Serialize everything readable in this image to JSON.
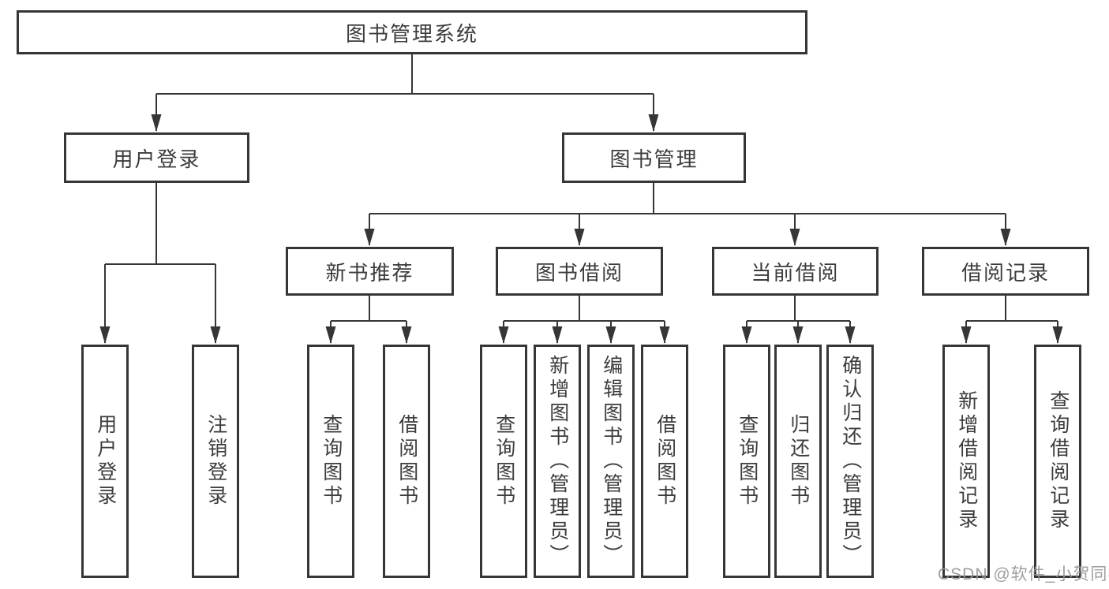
{
  "tree": {
    "label": "图书管理系统",
    "children": [
      {
        "label": "用户登录",
        "children": [
          {
            "label": "用户登录"
          },
          {
            "label": "注销登录"
          }
        ]
      },
      {
        "label": "图书管理",
        "children": [
          {
            "label": "新书推荐",
            "children": [
              {
                "label": "查询图书"
              },
              {
                "label": "借阅图书"
              }
            ]
          },
          {
            "label": "图书借阅",
            "children": [
              {
                "label": "查询图书"
              },
              {
                "label": "新增图书（管理员）"
              },
              {
                "label": "编辑图书（管理员）"
              },
              {
                "label": "借阅图书"
              }
            ]
          },
          {
            "label": "当前借阅",
            "children": [
              {
                "label": "查询图书"
              },
              {
                "label": "归还图书"
              },
              {
                "label": "确认归还（管理员）"
              }
            ]
          },
          {
            "label": "借阅记录",
            "children": [
              {
                "label": "新增借阅记录"
              },
              {
                "label": "查询借阅记录"
              }
            ]
          }
        ]
      }
    ]
  },
  "watermark": {
    "text": "CSDN @软件_小贺同学"
  },
  "colors": {
    "line": "#363636",
    "box_border": "#363636",
    "text": "#3c3c3c",
    "background": "#ffffff",
    "watermark": "#969696"
  }
}
